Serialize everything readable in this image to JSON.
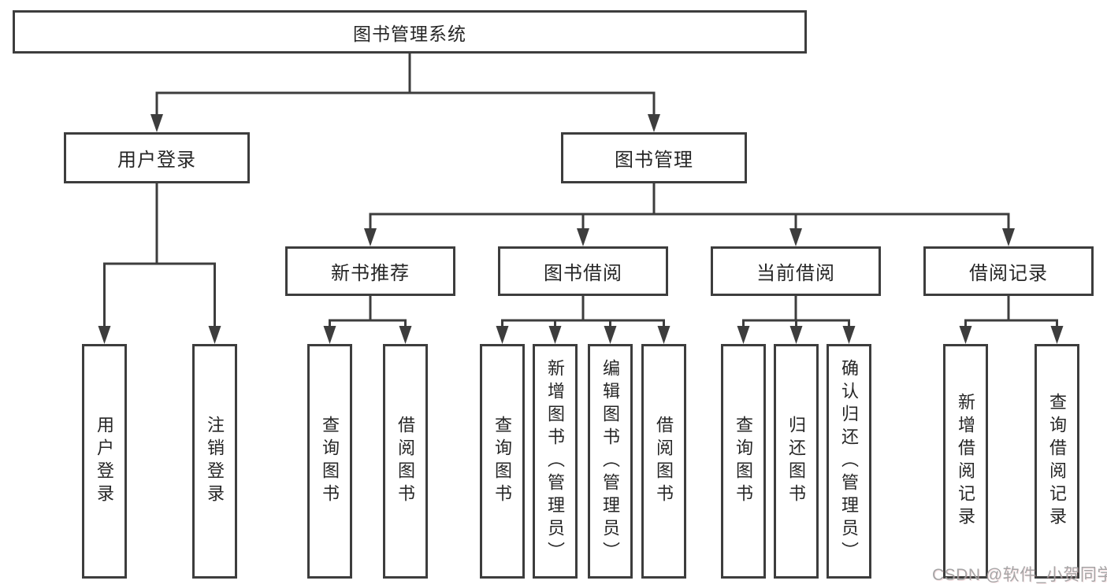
{
  "title": "图书管理系统",
  "level2": {
    "user_login": "用户登录",
    "book_management": "图书管理"
  },
  "level3": {
    "new_book_recommend": "新书推荐",
    "book_borrowing": "图书借阅",
    "current_borrowing": "当前借阅",
    "borrowing_records": "借阅记录"
  },
  "leaves": {
    "user_login": [
      "用户登录",
      "注销登录"
    ],
    "new_book_recommend": [
      "查询图书",
      "借阅图书"
    ],
    "book_borrowing": [
      "查询图书",
      "新增图书（管理员）",
      "编辑图书（管理员）",
      "借阅图书"
    ],
    "current_borrowing": [
      "查询图书",
      "归还图书",
      "确认归还（管理员）"
    ],
    "borrowing_records": [
      "新增借阅记录",
      "查询借阅记录"
    ]
  },
  "watermark": "CSDN @软件_小贺同学",
  "colors": {
    "line": "#3d3d3d",
    "text": "#262626",
    "box_background": "#ffffff",
    "watermark": "#9e9ea0",
    "page_background": "#ffffff"
  }
}
